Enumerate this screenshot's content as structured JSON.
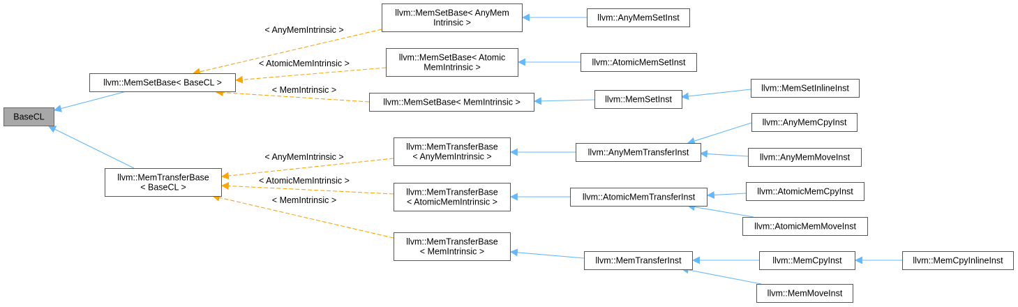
{
  "diagram": {
    "nodes": [
      {
        "id": "basecl",
        "lines": [
          "BaseCL"
        ],
        "root": true
      },
      {
        "id": "memsetbase-basecl",
        "lines": [
          "llvm::MemSetBase< BaseCL >"
        ]
      },
      {
        "id": "memtransferbase-basecl",
        "lines": [
          "llvm::MemTransferBase",
          "< BaseCL >"
        ]
      },
      {
        "id": "memsetbase-anymemintrinsic",
        "lines": [
          "llvm::MemSetBase< AnyMem",
          "Intrinsic >"
        ]
      },
      {
        "id": "memsetbase-atomicmemintrinsic",
        "lines": [
          "llvm::MemSetBase< Atomic",
          "MemIntrinsic >"
        ]
      },
      {
        "id": "memsetbase-memintrinsic",
        "lines": [
          "llvm::MemSetBase< MemIntrinsic >"
        ]
      },
      {
        "id": "memtransferbase-anymemintrinsic",
        "lines": [
          "llvm::MemTransferBase",
          "< AnyMemIntrinsic >"
        ]
      },
      {
        "id": "memtransferbase-atomicmemintrinsic",
        "lines": [
          "llvm::MemTransferBase",
          "< AtomicMemIntrinsic >"
        ]
      },
      {
        "id": "memtransferbase-memintrinsic",
        "lines": [
          "llvm::MemTransferBase",
          "< MemIntrinsic >"
        ]
      },
      {
        "id": "anymemsetinst",
        "lines": [
          "llvm::AnyMemSetInst"
        ]
      },
      {
        "id": "atomicmemsetinst",
        "lines": [
          "llvm::AtomicMemSetInst"
        ]
      },
      {
        "id": "memsetinst",
        "lines": [
          "llvm::MemSetInst"
        ]
      },
      {
        "id": "memsetinlineinst",
        "lines": [
          "llvm::MemSetInlineInst"
        ]
      },
      {
        "id": "anymemtransferinst",
        "lines": [
          "llvm::AnyMemTransferInst"
        ]
      },
      {
        "id": "anymemcpyinst",
        "lines": [
          "llvm::AnyMemCpyInst"
        ]
      },
      {
        "id": "anymemmoveinst",
        "lines": [
          "llvm::AnyMemMoveInst"
        ]
      },
      {
        "id": "atomicmemtransferinst",
        "lines": [
          "llvm::AtomicMemTransferInst"
        ]
      },
      {
        "id": "atomicmemcpyinst",
        "lines": [
          "llvm::AtomicMemCpyInst"
        ]
      },
      {
        "id": "atomicmemmoveinst",
        "lines": [
          "llvm::AtomicMemMoveInst"
        ]
      },
      {
        "id": "memtransferinst",
        "lines": [
          "llvm::MemTransferInst"
        ]
      },
      {
        "id": "memcpyinst",
        "lines": [
          "llvm::MemCpyInst"
        ]
      },
      {
        "id": "memcpyinlineinst",
        "lines": [
          "llvm::MemCpyInlineInst"
        ]
      },
      {
        "id": "memmoveinst",
        "lines": [
          "llvm::MemMoveInst"
        ]
      }
    ],
    "edge_labels": {
      "anymem_set": "< AnyMemIntrinsic >",
      "atomic_set": "< AtomicMemIntrinsic >",
      "mem_set": "< MemIntrinsic >",
      "anymem_transfer": "< AnyMemIntrinsic >",
      "atomic_transfer": "< AtomicMemIntrinsic >",
      "mem_transfer": "< MemIntrinsic >"
    },
    "colors": {
      "inheritance_edge": "#63b8ff",
      "template_edge": "#ffa500",
      "root_fill": "#a8a8a8",
      "node_border": "#555555"
    }
  }
}
